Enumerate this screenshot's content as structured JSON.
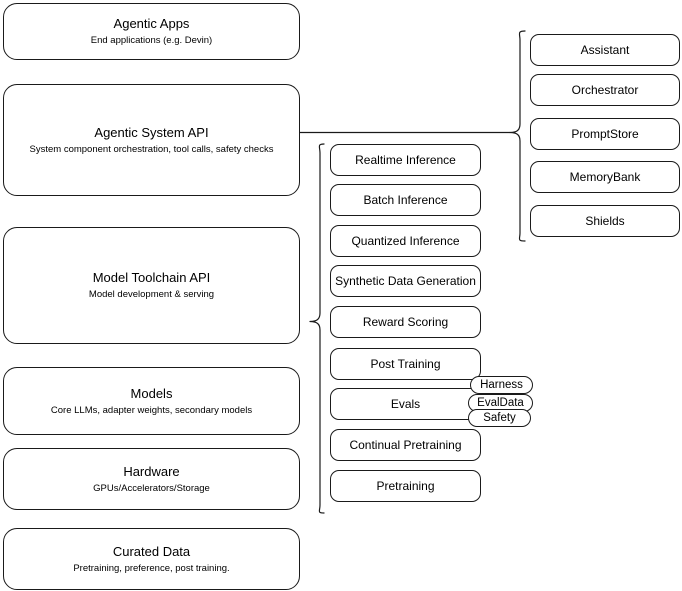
{
  "diagram": {
    "title": "Llama Stack layered architecture",
    "background_color": "#ffffff",
    "stroke_color": "#1a1a1a"
  },
  "layers": [
    {
      "name": "agentic-apps",
      "title": "Agentic Apps",
      "subtitle": "End applications (e.g. Devin)"
    },
    {
      "name": "agentic-system-api",
      "title": "Agentic System API",
      "subtitle": "System component orchestration, tool calls, safety checks"
    },
    {
      "name": "model-toolchain-api",
      "title": "Model Toolchain API",
      "subtitle": "Model development & serving"
    },
    {
      "name": "models",
      "title": "Models",
      "subtitle": "Core LLMs, adapter weights, secondary models"
    },
    {
      "name": "hardware",
      "title": "Hardware",
      "subtitle": "GPUs/Accelerators/Storage"
    },
    {
      "name": "curated-data",
      "title": "Curated Data",
      "subtitle": "Pretraining, preference, post training."
    }
  ],
  "toolchain_components": [
    {
      "name": "realtime-inference",
      "label": "Realtime Inference"
    },
    {
      "name": "batch-inference",
      "label": "Batch Inference"
    },
    {
      "name": "quantized-inference",
      "label": "Quantized Inference"
    },
    {
      "name": "synthetic-data-generation",
      "label": "Synthetic Data Generation"
    },
    {
      "name": "reward-scoring",
      "label": "Reward Scoring"
    },
    {
      "name": "post-training",
      "label": "Post Training"
    },
    {
      "name": "evals",
      "label": "Evals"
    },
    {
      "name": "continual-pretraining",
      "label": "Continual Pretraining"
    },
    {
      "name": "pretraining",
      "label": "Pretraining"
    }
  ],
  "evals_badges": [
    {
      "name": "harness",
      "label": "Harness"
    },
    {
      "name": "evaldata",
      "label": "EvalData"
    },
    {
      "name": "safety",
      "label": "Safety"
    }
  ],
  "agentic_system_components": [
    {
      "name": "assistant",
      "label": "Assistant"
    },
    {
      "name": "orchestrator",
      "label": "Orchestrator"
    },
    {
      "name": "promptstore",
      "label": "PromptStore"
    },
    {
      "name": "memorybank",
      "label": "MemoryBank"
    },
    {
      "name": "shields",
      "label": "Shields"
    }
  ]
}
